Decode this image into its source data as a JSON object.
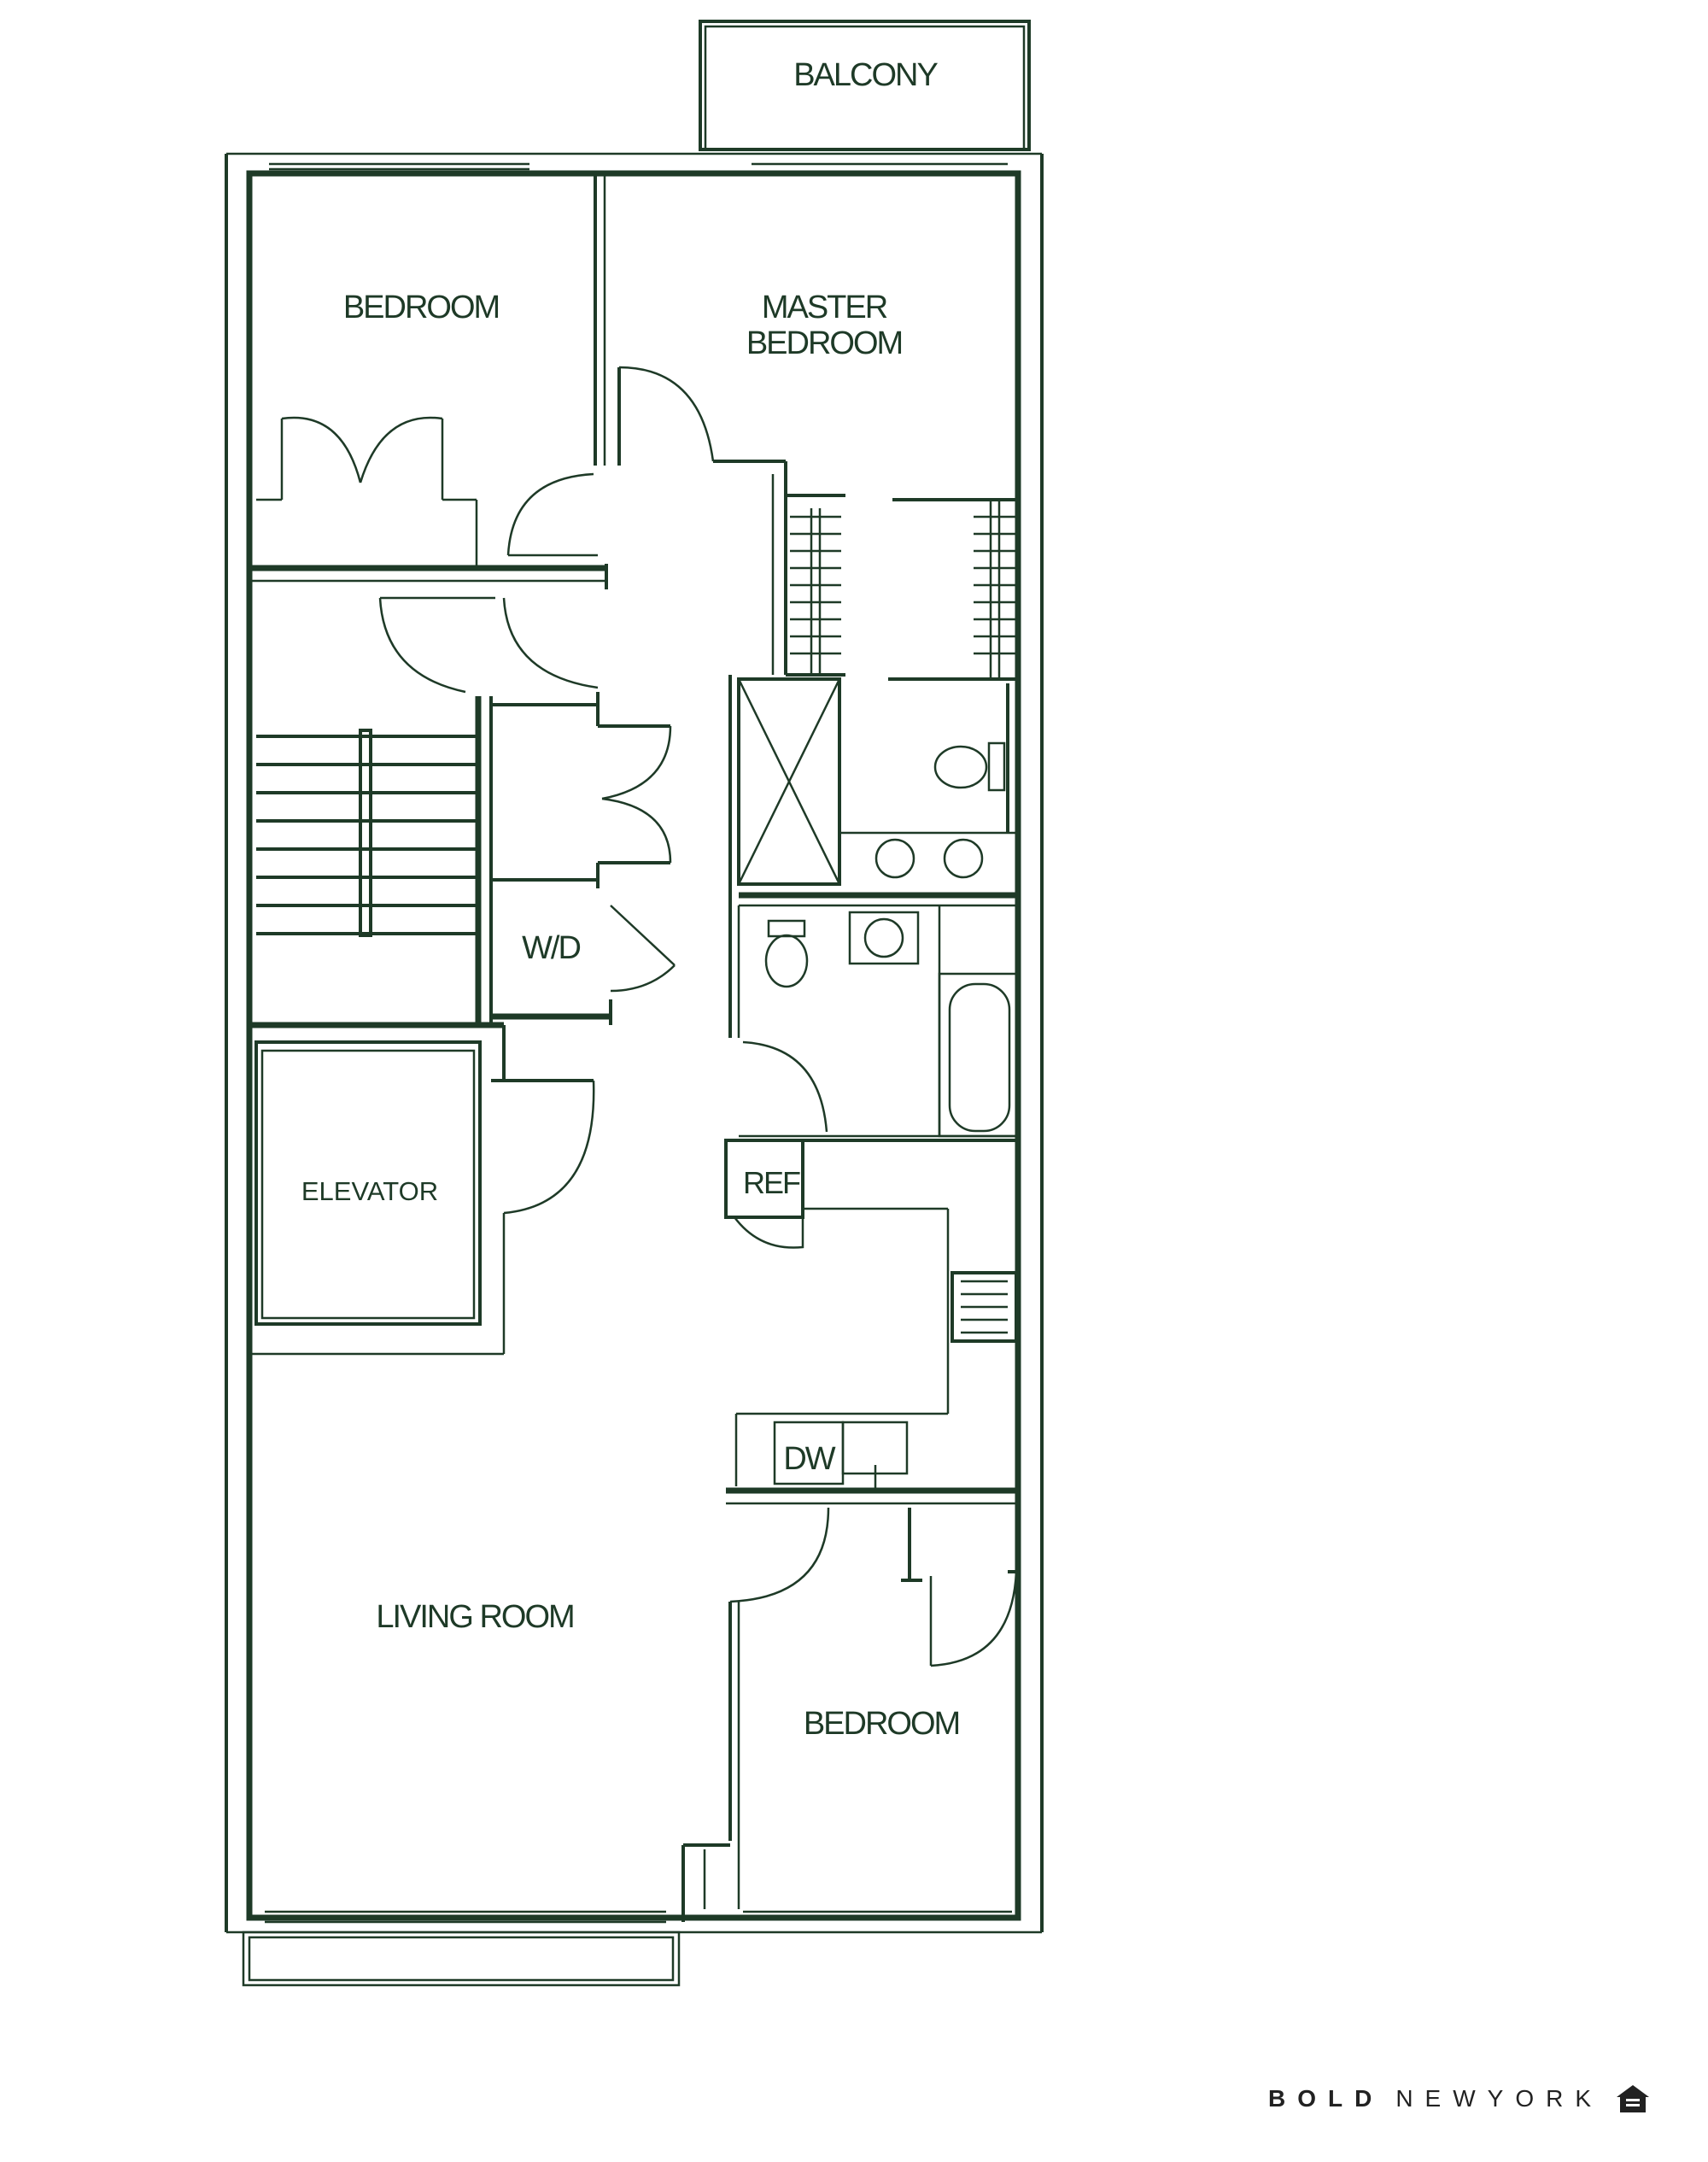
{
  "rooms": {
    "balcony": "BALCONY",
    "bedroom_top": "BEDROOM",
    "master_bedroom_line1": "MASTER",
    "master_bedroom_line2": "BEDROOM",
    "wd": "W/D",
    "elevator": "ELEVATOR",
    "ref": "REF",
    "dw": "DW",
    "living_room": "LIVING ROOM",
    "bedroom_bottom": "BEDROOM"
  },
  "brand": {
    "bold": "BOLD",
    "newyork": "NEWYORK",
    "icon": "equal-housing-icon"
  },
  "colors": {
    "line": "#1e3a27",
    "background": "#ffffff"
  }
}
